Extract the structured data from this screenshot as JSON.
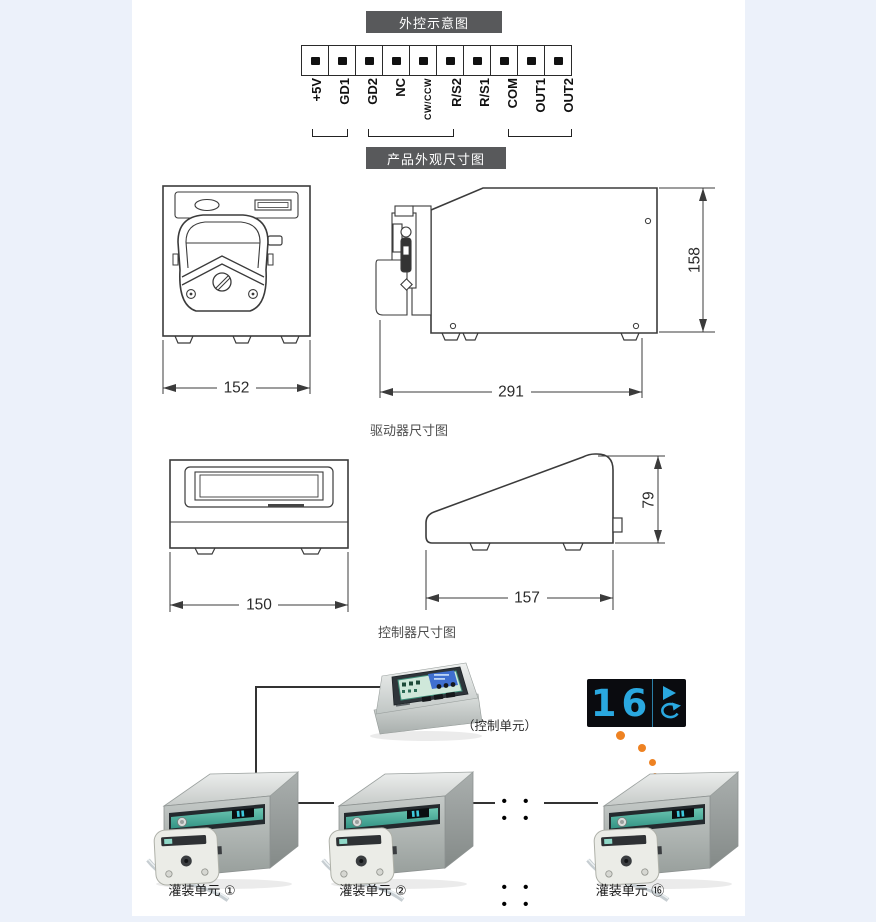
{
  "page": {
    "background": "#ECF1FA",
    "content_background": "#FFFFFF"
  },
  "headers": {
    "external_control": "外控示意图",
    "product_dimensions": "产品外观尺寸图"
  },
  "terminal_block": {
    "pins": [
      "+5V",
      "GD1",
      "GD2",
      "NC",
      "CW/CCW",
      "R/S2",
      "R/S1",
      "COM",
      "OUT1",
      "OUT2"
    ]
  },
  "driver_drawing": {
    "caption": "驱动器尺寸图",
    "front_width_mm": "152",
    "side_length_mm": "291",
    "side_height_mm": "158"
  },
  "controller_drawing": {
    "caption": "控制器尺寸图",
    "front_width_mm": "150",
    "side_length_mm": "157",
    "side_height_mm": "79"
  },
  "system_diagram": {
    "control_unit_label": "（控制单元）",
    "unit_display": {
      "value": "16"
    },
    "ellipsis": "• • • •",
    "units": [
      {
        "label": "灌装单元 ①"
      },
      {
        "label": "灌装单元 ②"
      },
      {
        "label": "灌装单元 ⑯"
      }
    ],
    "colors": {
      "accent_orange": "#EE8222",
      "display_cyan": "#2AA8E0",
      "teal_stripe": "#45B09C",
      "header_gray": "#58595B"
    }
  }
}
